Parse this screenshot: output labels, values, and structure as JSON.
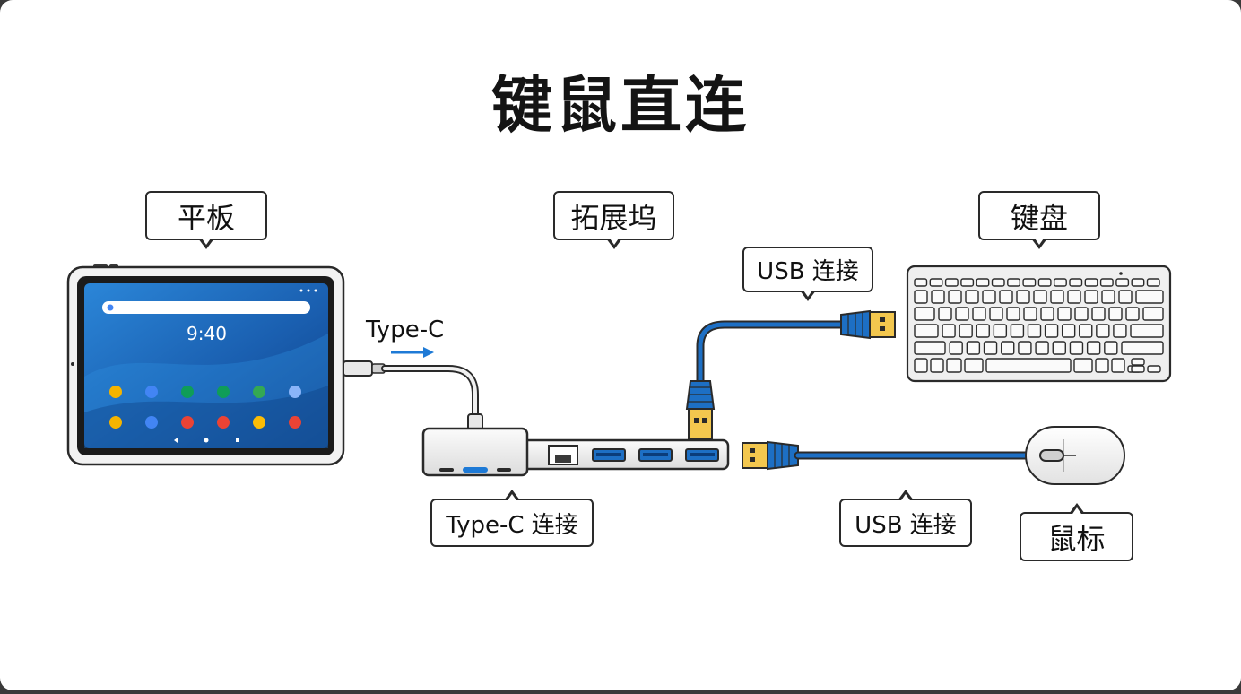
{
  "title": "键鼠直连",
  "labels": {
    "tablet": "平板",
    "dock": "拓展坞",
    "keyboard": "键盘",
    "mouse": "鼠标",
    "usb_keyboard": "USB 连接",
    "usb_mouse": "USB 连接",
    "typec_connection": "Type-C 连接",
    "typec_arrow": "Type-C"
  },
  "tablet_screen": {
    "time": "9:40"
  },
  "colors": {
    "cable_blue": "#1d6fc4",
    "arrow_blue": "#1e7ad6",
    "screen_blue": "#1f63b6",
    "outline": "#2a2a2a"
  }
}
